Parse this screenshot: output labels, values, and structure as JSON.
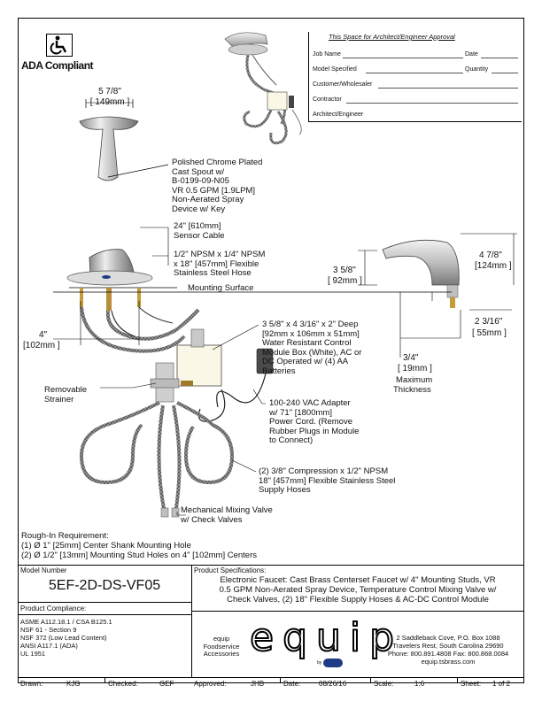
{
  "ada": {
    "label": "ADA Compliant"
  },
  "approval": {
    "title": "This Space for Architect/Engineer Approval",
    "job_name": "Job Name",
    "date": "Date",
    "model_specified": "Model Specified",
    "quantity": "Quantity",
    "customer": "Customer/Wholesaler",
    "contractor": "Contractor",
    "architect": "Architect/Engineer"
  },
  "dimensions": {
    "spout_width": "5 7/8\"",
    "spout_width_mm": "[ 149mm ]",
    "height_total": "4 7/8\"",
    "height_total_mm": "[124mm ]",
    "height_spout": "3 5/8\"",
    "height_spout_mm": "[ 92mm ]",
    "reach": "2 3/16\"",
    "reach_mm": "[ 55mm ]",
    "centers": "4\"",
    "centers_mm": "[102mm ]",
    "thickness": "3/4\"",
    "thickness_mm": "[ 19mm ]",
    "thickness_label_1": "Maximum",
    "thickness_label_2": "Thickness"
  },
  "callouts": {
    "spout": [
      "Polished Chrome Plated",
      "Cast Spout w/",
      "B-0199-09-N05",
      "VR 0.5 GPM [1.9LPM]",
      "Non-Aerated Spray",
      "Device w/ Key"
    ],
    "sensor_cable": [
      "24\" [610mm]",
      "Sensor Cable"
    ],
    "hose": [
      "1/2\" NPSM x 1/4\" NPSM",
      "x 18\" [457mm] Flexible",
      "Stainless Steel Hose"
    ],
    "mounting_surface": "Mounting Surface",
    "control_module": [
      "3 5/8\" x 4 3/16\" x 2\" Deep",
      "[92mm x 106mm x 51mm]",
      "Water Resistant Control",
      "Module Box (White), AC or",
      "DC Operated w/ (4) AA",
      "Batteries"
    ],
    "strainer": [
      "Removable",
      "Strainer"
    ],
    "adapter": [
      "100-240 VAC Adapter",
      "w/ 71\" [1800mm]",
      "Power Cord. (Remove",
      "Rubber Plugs in Module",
      "to Connect)"
    ],
    "supply_hoses": [
      "(2) 3/8\" Compression x 1/2\" NPSM",
      "18\" [457mm] Flexible Stainless Steel",
      "Supply Hoses"
    ],
    "mixing_valve": [
      "Mechanical Mixing Valve",
      "w/ Check Valves"
    ]
  },
  "rough_in": {
    "title": "Rough-In Requirement:",
    "line1": "(1)  Ø 1\" [25mm] Center Shank Mounting Hole",
    "line2": "(2)  Ø 1/2\" [13mm] Mounting Stud Holes on 4\" [102mm] Centers"
  },
  "title_block": {
    "model_number_label": "Model Number",
    "model_number": "5EF-2D-DS-VF05",
    "spec_label": "Product Specifications:",
    "spec_lines": [
      "Electronic Faucet: Cast Brass Centerset Faucet w/ 4\" Mounting Studs, VR",
      "0.5 GPM Non-Aerated Spray Device, Temperature Control Mixing Valve w/",
      "Check Valves, (2) 18\" Flexible Supply Hoses & AC-DC Control Module"
    ],
    "compliance_label": "Product Compliance:",
    "compliance_lines": [
      "ASME A112.18.1 / CSA B125.1",
      "NSF 61 - Section 9",
      "NSF 372 (Low Lead Content)",
      "ANSI A117.1 (ADA)",
      "UL 1951"
    ],
    "equip_small": [
      "equip",
      "Foodservice",
      "Accessories"
    ],
    "logo_text": "equip",
    "logo_by": "by",
    "address_lines": [
      "2 Saddleback Cove, P.O. Box 1088",
      "Travelers Rest, South Carolina 29690",
      "Phone: 800.891.4808  Fax: 800.868.0084",
      "equip.tsbrass.com"
    ],
    "drawn_label": "Drawn:",
    "drawn": "KJG",
    "checked_label": "Checked:",
    "checked": "GEF",
    "approved_label": "Approved:",
    "approved": "JHB",
    "date_label": "Date:",
    "date": "08/26/16",
    "scale_label": "Scale:",
    "scale": "1:6",
    "sheet_label": "Sheet:",
    "sheet": "1  of  2"
  }
}
